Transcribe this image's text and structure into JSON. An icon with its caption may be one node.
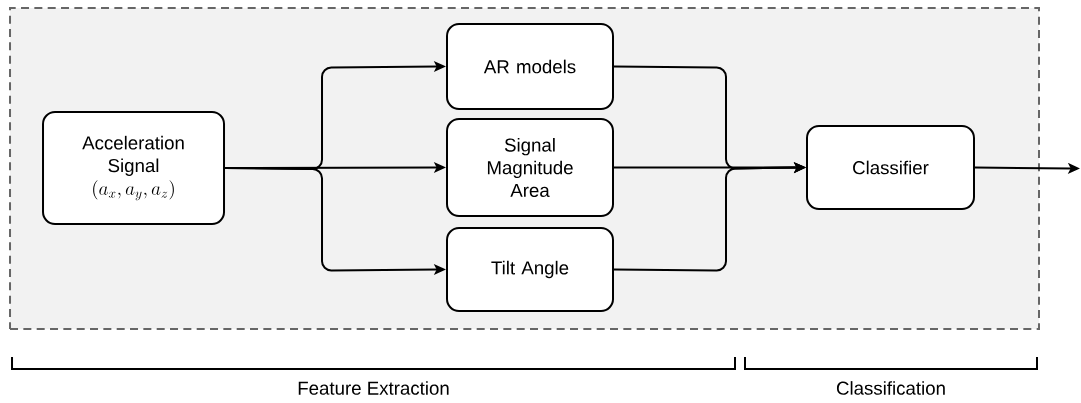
{
  "diagram": {
    "nodes": [
      {
        "text": [],
        "shape": "box"
      },
      {
        "text": [
          "Acceleration Signal",
          "(a_x,a_y,a_z)"
        ],
        "in": 0
      },
      {
        "text": [
          "AR models"
        ],
        "in": 0
      },
      {
        "text": [
          "Signal Magnitude Area"
        ],
        "in": 0
      },
      {
        "text": [
          "Tilt Angle"
        ],
        "in": 0
      },
      {
        "text": [
          "Classifier"
        ],
        "in": 0
      }
    ],
    "edges": [
      {
        "from": 1,
        "to": 2,
        "arrow": "to"
      },
      {
        "from": 1,
        "to": 3,
        "arrow": "to"
      },
      {
        "from": 1,
        "to": 4,
        "arrow": "to"
      },
      {
        "from": 2,
        "to": 5,
        "arrow": "to"
      },
      {
        "from": 3,
        "to": 5,
        "arrow": "to"
      },
      {
        "from": 4,
        "to": 5,
        "arrow": "to"
      },
      {
        "from": 5,
        "to": null,
        "arrow": "to"
      }
    ],
    "labels": [
      "Feature Extraction",
      "Classification"
    ]
  }
}
